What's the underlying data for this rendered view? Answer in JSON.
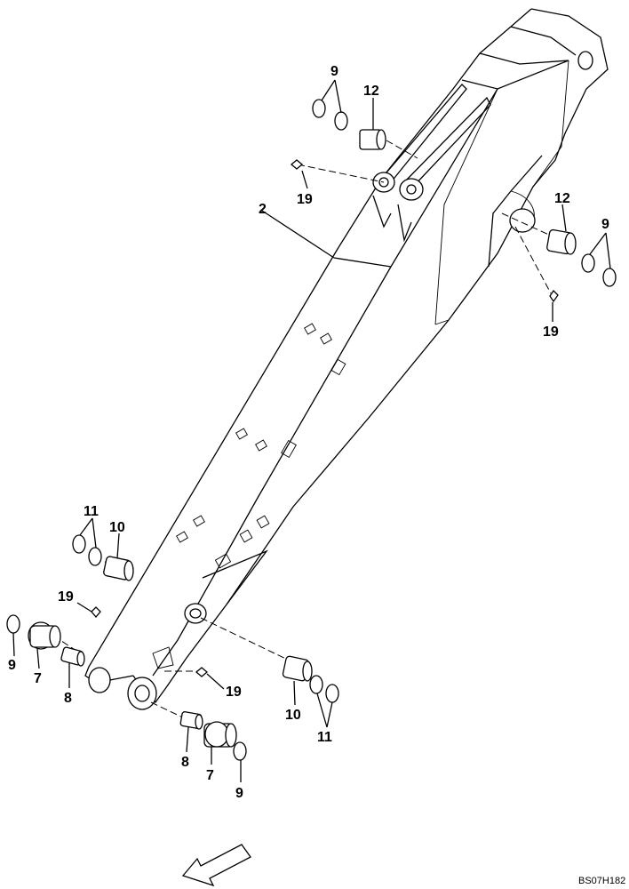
{
  "labels": {
    "boom": "2",
    "bushing_7": "7",
    "bushing_8": "8",
    "shim_9": "9",
    "bushing_10": "10",
    "shim_11": "11",
    "bushing_12": "12",
    "grease_19": "19"
  },
  "drawing_code": "BS07H182"
}
